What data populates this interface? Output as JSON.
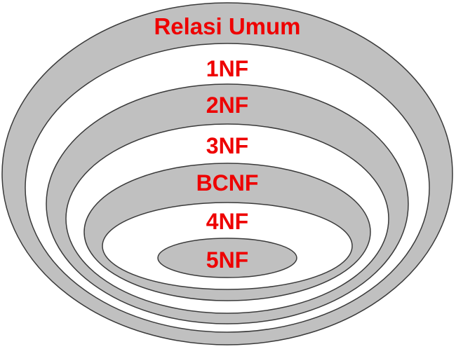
{
  "diagram": {
    "description": "Nested ellipse diagram of database normalization levels",
    "levels": [
      {
        "label": "Relasi Umum"
      },
      {
        "label": "1NF"
      },
      {
        "label": "2NF"
      },
      {
        "label": "3NF"
      },
      {
        "label": "BCNF"
      },
      {
        "label": "4NF"
      },
      {
        "label": "5NF"
      }
    ],
    "colors": {
      "band_gray": "#c0c0c0",
      "band_white": "#ffffff",
      "label_red": "#ee0000",
      "stroke": "#3a3a3a",
      "background": "#ffffff"
    }
  }
}
